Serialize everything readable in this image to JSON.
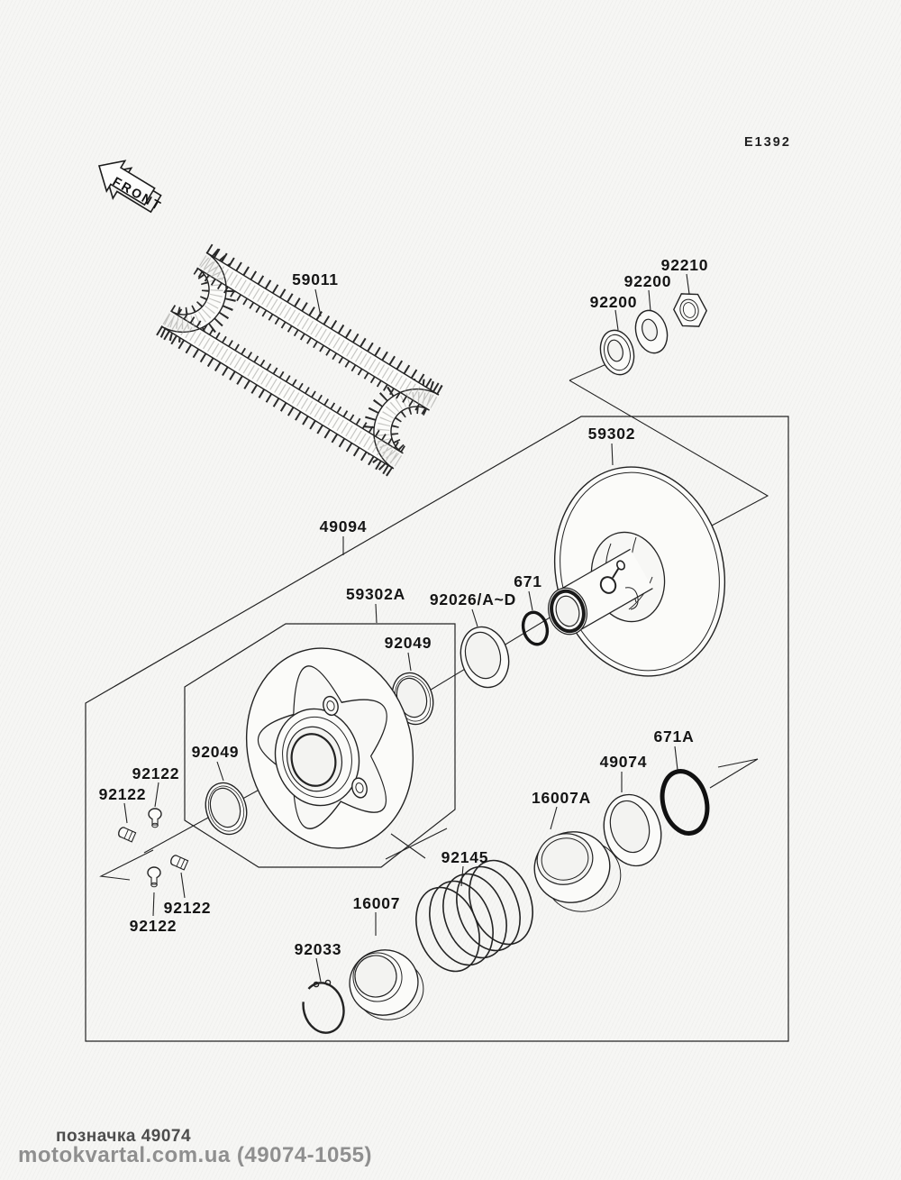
{
  "diagram": {
    "code": "E1392",
    "front_label": "FRONT",
    "watermark": {
      "line1": "позначка 49074",
      "line2": "motokvartal.com.ua (49074-1055)"
    },
    "colors": {
      "line": "#232323",
      "background": "#f6f6f4",
      "part_fill": "#fbfbf9",
      "watermark_dark": "#4d4d4d",
      "watermark_light": "#8f8f8f"
    },
    "parts": [
      {
        "ref": "drive-belt",
        "label": "59011"
      },
      {
        "ref": "nut",
        "label": "92210"
      },
      {
        "ref": "washer-upper",
        "label": "92200"
      },
      {
        "ref": "washer-lower",
        "label": "92200"
      },
      {
        "ref": "pulley-fixed-sheave",
        "label": "59302"
      },
      {
        "ref": "converter-assembly",
        "label": "49094"
      },
      {
        "ref": "movable-sheave",
        "label": "59302A"
      },
      {
        "ref": "shim-set",
        "label": "92026/A~D"
      },
      {
        "ref": "o-ring-small",
        "label": "671"
      },
      {
        "ref": "seal-right",
        "label": "92049"
      },
      {
        "ref": "seal-left",
        "label": "92049"
      },
      {
        "ref": "plug-top",
        "label": "92122"
      },
      {
        "ref": "plug-left",
        "label": "92122"
      },
      {
        "ref": "plug-right",
        "label": "92122"
      },
      {
        "ref": "plug-bottom",
        "label": "92122"
      },
      {
        "ref": "bearing-cup",
        "label": "16007A"
      },
      {
        "ref": "washer-flat",
        "label": "49074"
      },
      {
        "ref": "o-ring-large",
        "label": "671A"
      },
      {
        "ref": "spring",
        "label": "92145"
      },
      {
        "ref": "spring-seat",
        "label": "16007"
      },
      {
        "ref": "circlip",
        "label": "92033"
      }
    ]
  }
}
